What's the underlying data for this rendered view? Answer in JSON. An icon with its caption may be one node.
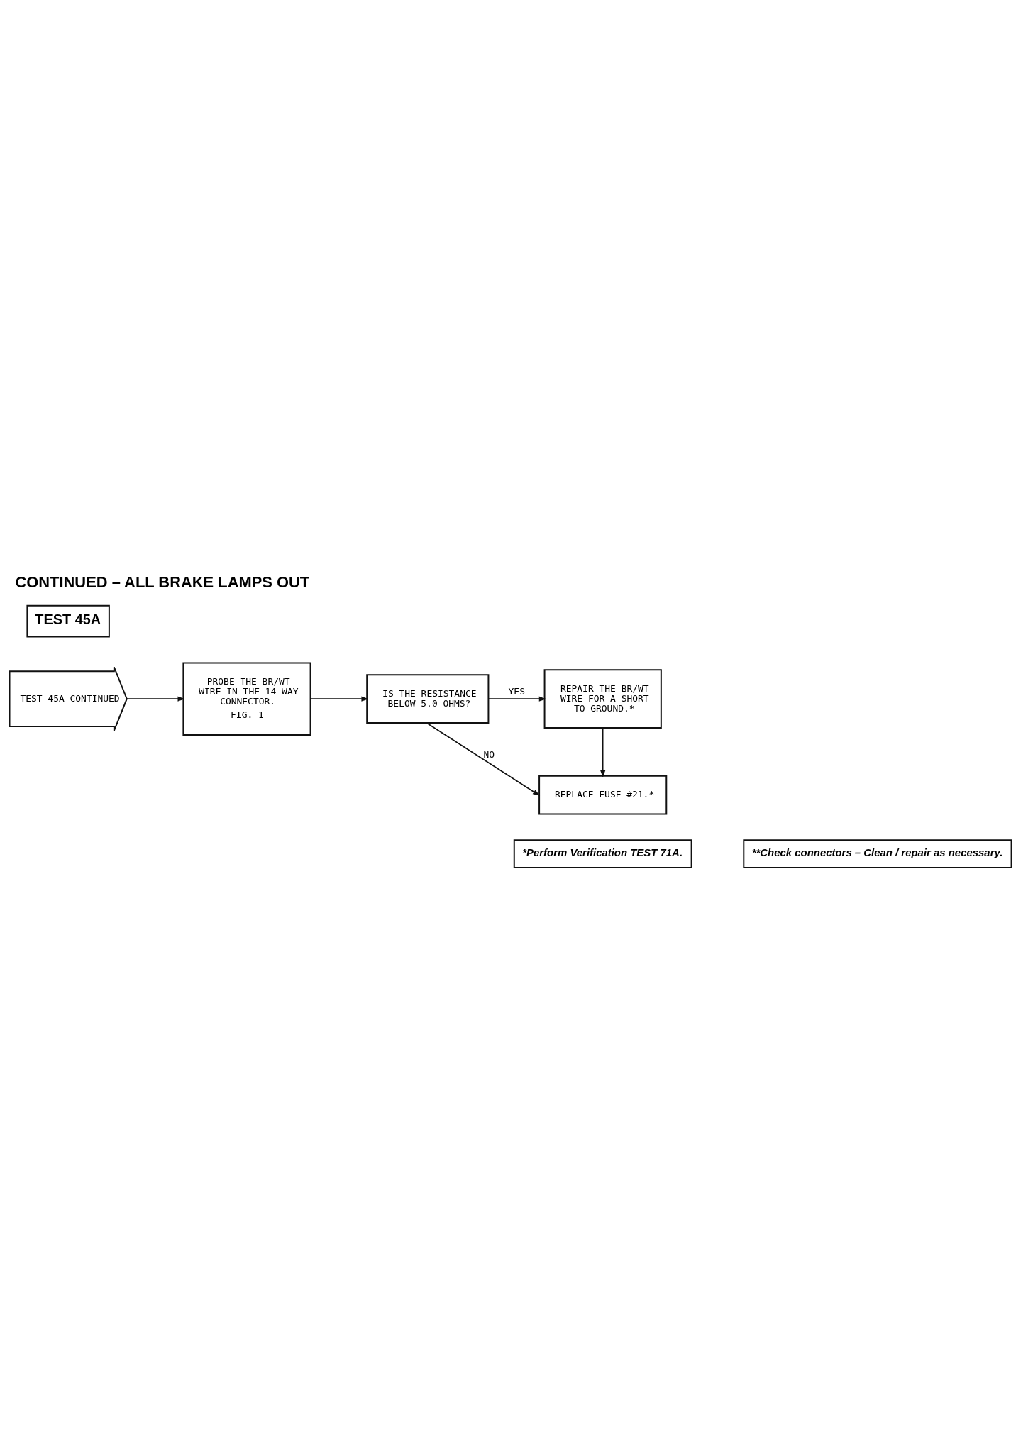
{
  "diagram": {
    "title": "CONTINUED – ALL BRAKE LAMPS OUT",
    "nodes": [
      {
        "text": [
          "TEST 45A CONTINUED"
        ]
      },
      {
        "text": [
          "PROBE THE BR/WT WIRE IN THE 14-WAY CONNECTOR.",
          "FIG. 1"
        ]
      },
      {
        "text": [
          "IS THE RESISTANCE BELOW 5.0 OHMS?"
        ]
      },
      {
        "text": [
          "REPAIR THE BR/WT WIRE FOR A SHORT TO GROUND.*"
        ]
      },
      {
        "text": [
          "REPLACE FUSE #21.*"
        ]
      }
    ],
    "edges": [
      {
        "from": 0,
        "to": 1,
        "arrow": "to"
      },
      {
        "from": 1,
        "to": 2,
        "arrow": "to"
      },
      {
        "from": 2,
        "to": 3,
        "arrow": "to",
        "label": "YES"
      },
      {
        "from": 3,
        "to": 4,
        "arrow": "to"
      },
      {
        "from": 2,
        "to": 4,
        "arrow": "to",
        "label": "NO"
      }
    ],
    "labels": [
      "TEST 45A",
      "*Perform Verification TEST 71A.",
      "**Check connectors – Clean / repair as necessary."
    ]
  }
}
